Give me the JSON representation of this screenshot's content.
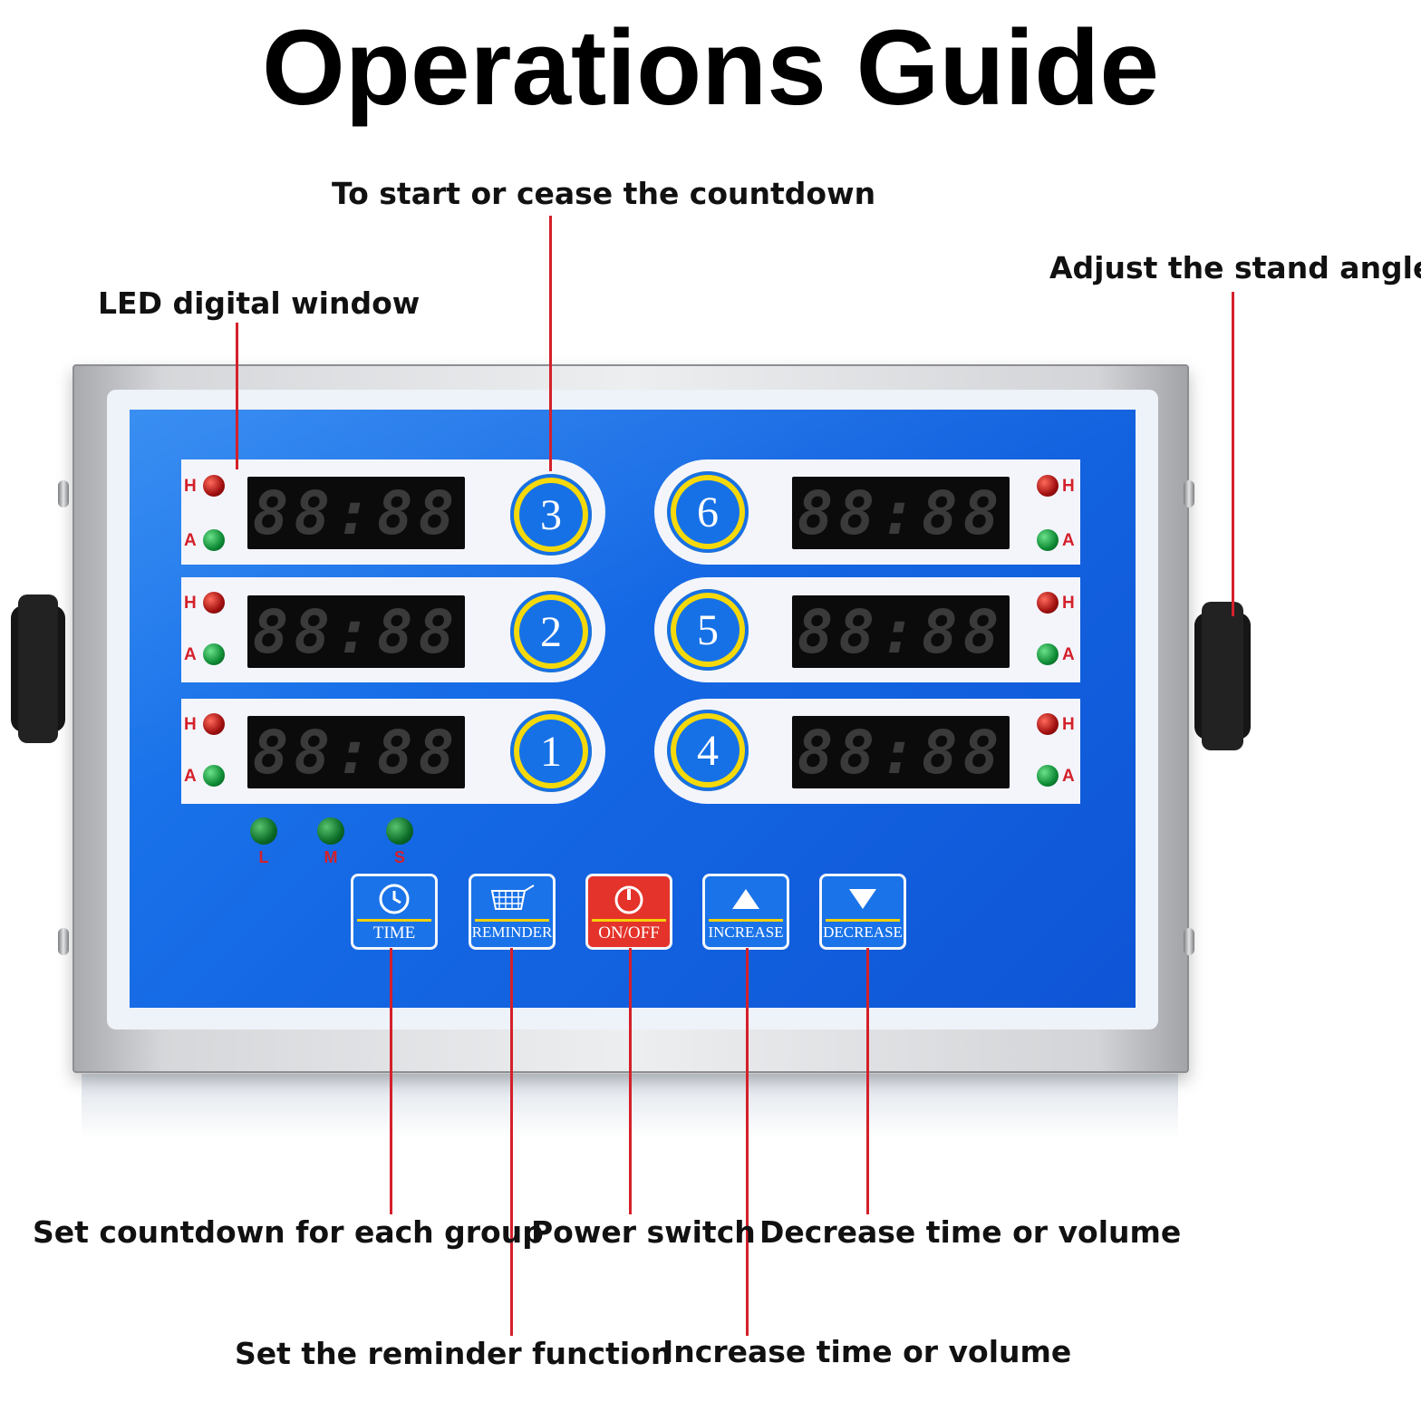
{
  "title": "Operations Guide",
  "callouts": {
    "start_stop": "To start or cease the countdown",
    "stand_angle": "Adjust the stand angle",
    "led_window": "LED digital window",
    "set_countdown": "Set countdown for each group",
    "power_switch": "Power switch",
    "decrease": "Decrease time or volume",
    "reminder": "Set the reminder function",
    "increase": "Increase time or volume"
  },
  "display_readout": "88:88",
  "led_labels": {
    "high": "H",
    "alarm": "A"
  },
  "groups": [
    {
      "number": "3"
    },
    {
      "number": "2"
    },
    {
      "number": "1"
    },
    {
      "number": "6"
    },
    {
      "number": "5"
    },
    {
      "number": "4"
    }
  ],
  "status_leds": [
    "L",
    "M",
    "S"
  ],
  "buttons": {
    "time": "TIME",
    "reminder": "REMINDER",
    "onoff": "ON/OFF",
    "increase": "INCREASE",
    "decrease": "DECREASE"
  },
  "colors": {
    "panel_blue": "#1568e4",
    "leader_red": "#d4202a",
    "ring_yellow": "#f5d90a",
    "power_red": "#e4332a"
  }
}
